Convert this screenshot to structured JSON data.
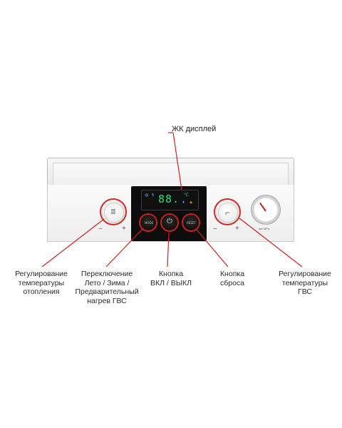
{
  "display_label": "ЖК дисплей",
  "lcd_readout": "88.",
  "buttons": {
    "mode": "MODE",
    "reset": "RESET"
  },
  "knob_signs": {
    "minus": "−",
    "plus": "+"
  },
  "gauge_label": "bar MPa",
  "callouts": [
    {
      "lines": [
        "Регулирование",
        "температуры",
        "отопления"
      ]
    },
    {
      "lines": [
        "Переключение",
        "Лето / Зима /",
        "Предварительный",
        "нагрев ГВС"
      ]
    },
    {
      "lines": [
        "Кнопка",
        "ВКЛ / ВЫКЛ"
      ]
    },
    {
      "lines": [
        "Кнопка",
        "сброса"
      ]
    },
    {
      "lines": [
        "Регулирование",
        "температуры",
        "ГВС"
      ]
    }
  ],
  "colors": {
    "callout_red": "#d02020",
    "lcd_green": "#27e07a",
    "panel_black": "#0d0d0d"
  }
}
